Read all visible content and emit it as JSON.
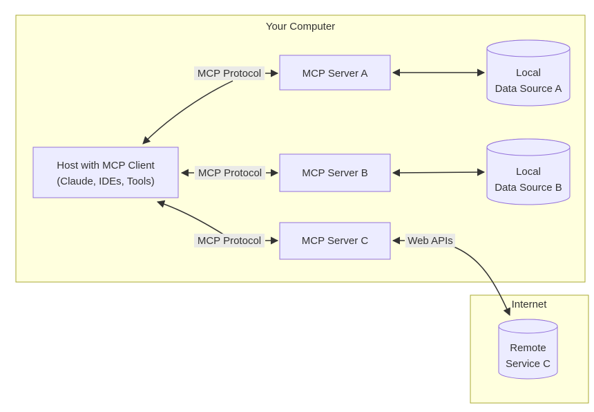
{
  "diagram": {
    "clusters": {
      "your_computer": {
        "label": "Your Computer"
      },
      "internet": {
        "label": "Internet"
      }
    },
    "nodes": {
      "host": {
        "line1": "Host with MCP Client",
        "line2": "(Claude, IDEs, Tools)"
      },
      "server_a": {
        "label": "MCP Server A"
      },
      "server_b": {
        "label": "MCP Server B"
      },
      "server_c": {
        "label": "MCP Server C"
      },
      "data_source_a": {
        "line1": "Local",
        "line2": "Data Source A"
      },
      "data_source_b": {
        "line1": "Local",
        "line2": "Data Source B"
      },
      "remote_service_c": {
        "line1": "Remote",
        "line2": "Service C"
      }
    },
    "edge_labels": {
      "protocol_a": "MCP Protocol",
      "protocol_b": "MCP Protocol",
      "protocol_c": "MCP Protocol",
      "web_apis": "Web APIs"
    },
    "colors": {
      "cluster_fill": "#ffffde",
      "cluster_border": "#aaaa33",
      "node_fill": "#ececff",
      "node_border": "#9370db",
      "edge_label_bg": "#e8e8e8",
      "line": "#333333",
      "text": "#333333"
    }
  }
}
